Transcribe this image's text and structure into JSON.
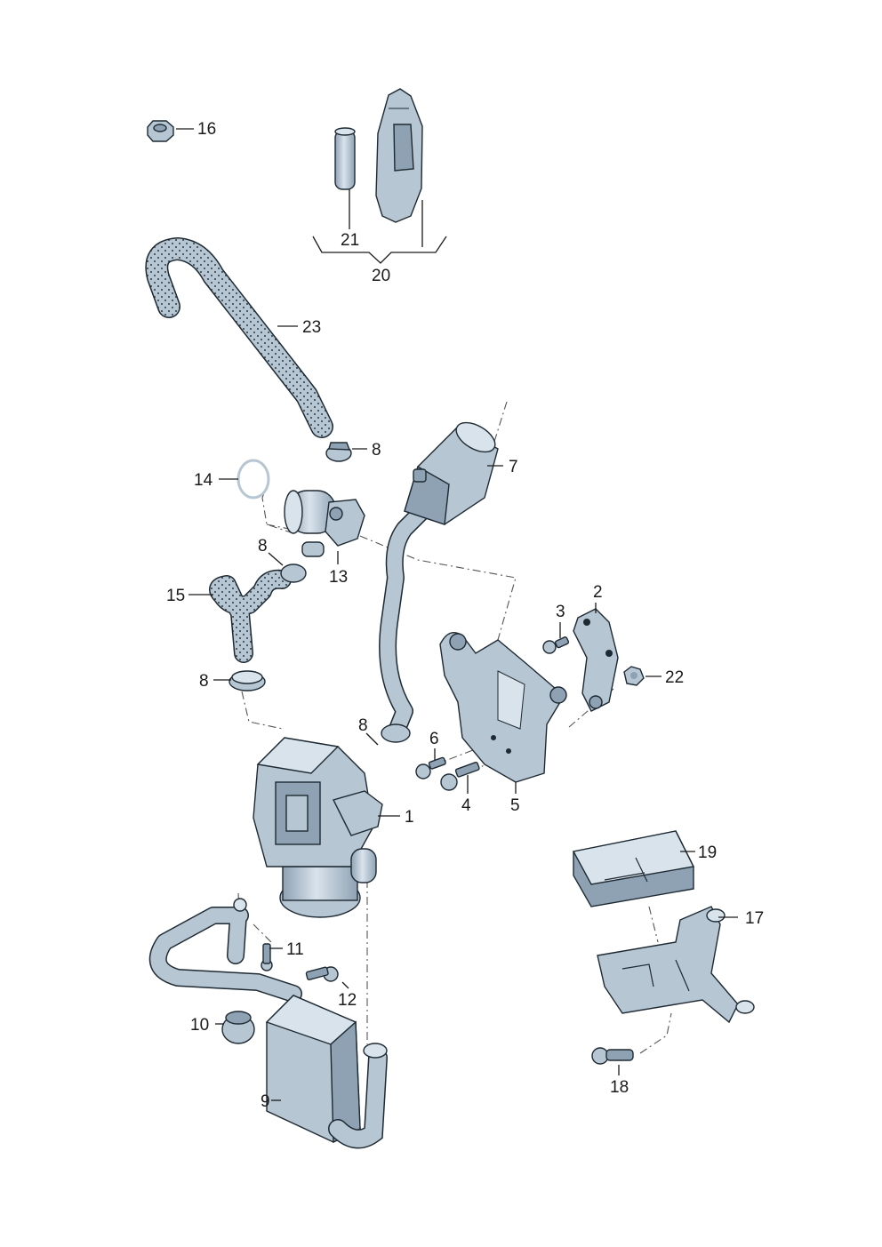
{
  "diagram": {
    "colors": {
      "part_fill": "#b7c6d3",
      "part_light": "#d9e3ec",
      "part_dark": "#8fa2b3",
      "outline": "#1e2a33",
      "background": "#ffffff"
    },
    "callouts": {
      "c1": "1",
      "c2": "2",
      "c3": "3",
      "c4": "4",
      "c5": "5",
      "c6": "6",
      "c7": "7",
      "c8a": "8",
      "c8b": "8",
      "c8c": "8",
      "c8d": "8",
      "c9": "9",
      "c10": "10",
      "c11": "11",
      "c12": "12",
      "c13": "13",
      "c14": "14",
      "c15": "15",
      "c16": "16",
      "c17": "17",
      "c18": "18",
      "c19": "19",
      "c20": "20",
      "c21": "21",
      "c22": "22",
      "c23": "23"
    }
  }
}
